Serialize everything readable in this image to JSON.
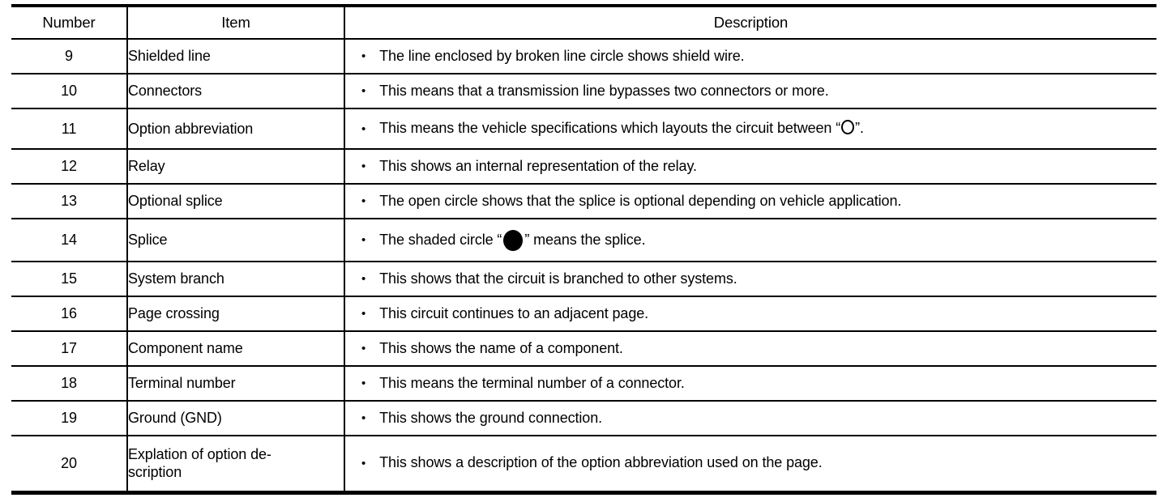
{
  "colors": {
    "border": "#000000",
    "background": "#ffffff",
    "text": "#000000"
  },
  "table": {
    "headers": [
      "Number",
      "Item",
      "Description"
    ],
    "bullet": "•",
    "rows": [
      {
        "number": "9",
        "item": "Shielded line",
        "description": "The line enclosed by broken line circle shows shield wire."
      },
      {
        "number": "10",
        "item": "Connectors",
        "description": "This means that a transmission line bypasses two connectors or more."
      },
      {
        "number": "11",
        "item": "Option abbreviation",
        "description_segments": [
          {
            "text": "This means the vehicle specifications which layouts the circuit between “"
          },
          {
            "icon": "open-circle"
          },
          {
            "text": "”."
          }
        ]
      },
      {
        "number": "12",
        "item": "Relay",
        "description": "This shows an internal representation of the relay."
      },
      {
        "number": "13",
        "item": "Optional splice",
        "description": "The open circle shows that the splice is optional depending on vehicle application."
      },
      {
        "number": "14",
        "item": "Splice",
        "description_segments": [
          {
            "text": "The shaded circle “"
          },
          {
            "icon": "splice-circle"
          },
          {
            "text": "” means the splice."
          }
        ]
      },
      {
        "number": "15",
        "item": "System branch",
        "description": "This shows that the circuit is branched to other systems."
      },
      {
        "number": "16",
        "item": "Page crossing",
        "description": "This circuit continues to an adjacent page."
      },
      {
        "number": "17",
        "item": "Component name",
        "description": "This shows the name of a component."
      },
      {
        "number": "18",
        "item": "Terminal number",
        "description": "This means the terminal number of a connector."
      },
      {
        "number": "19",
        "item": "Ground (GND)",
        "description": "This shows the ground connection."
      },
      {
        "number": "20",
        "item": [
          "Explation of option de-",
          "scription"
        ],
        "description": "This shows a description of the option abbreviation used on the page."
      }
    ]
  }
}
